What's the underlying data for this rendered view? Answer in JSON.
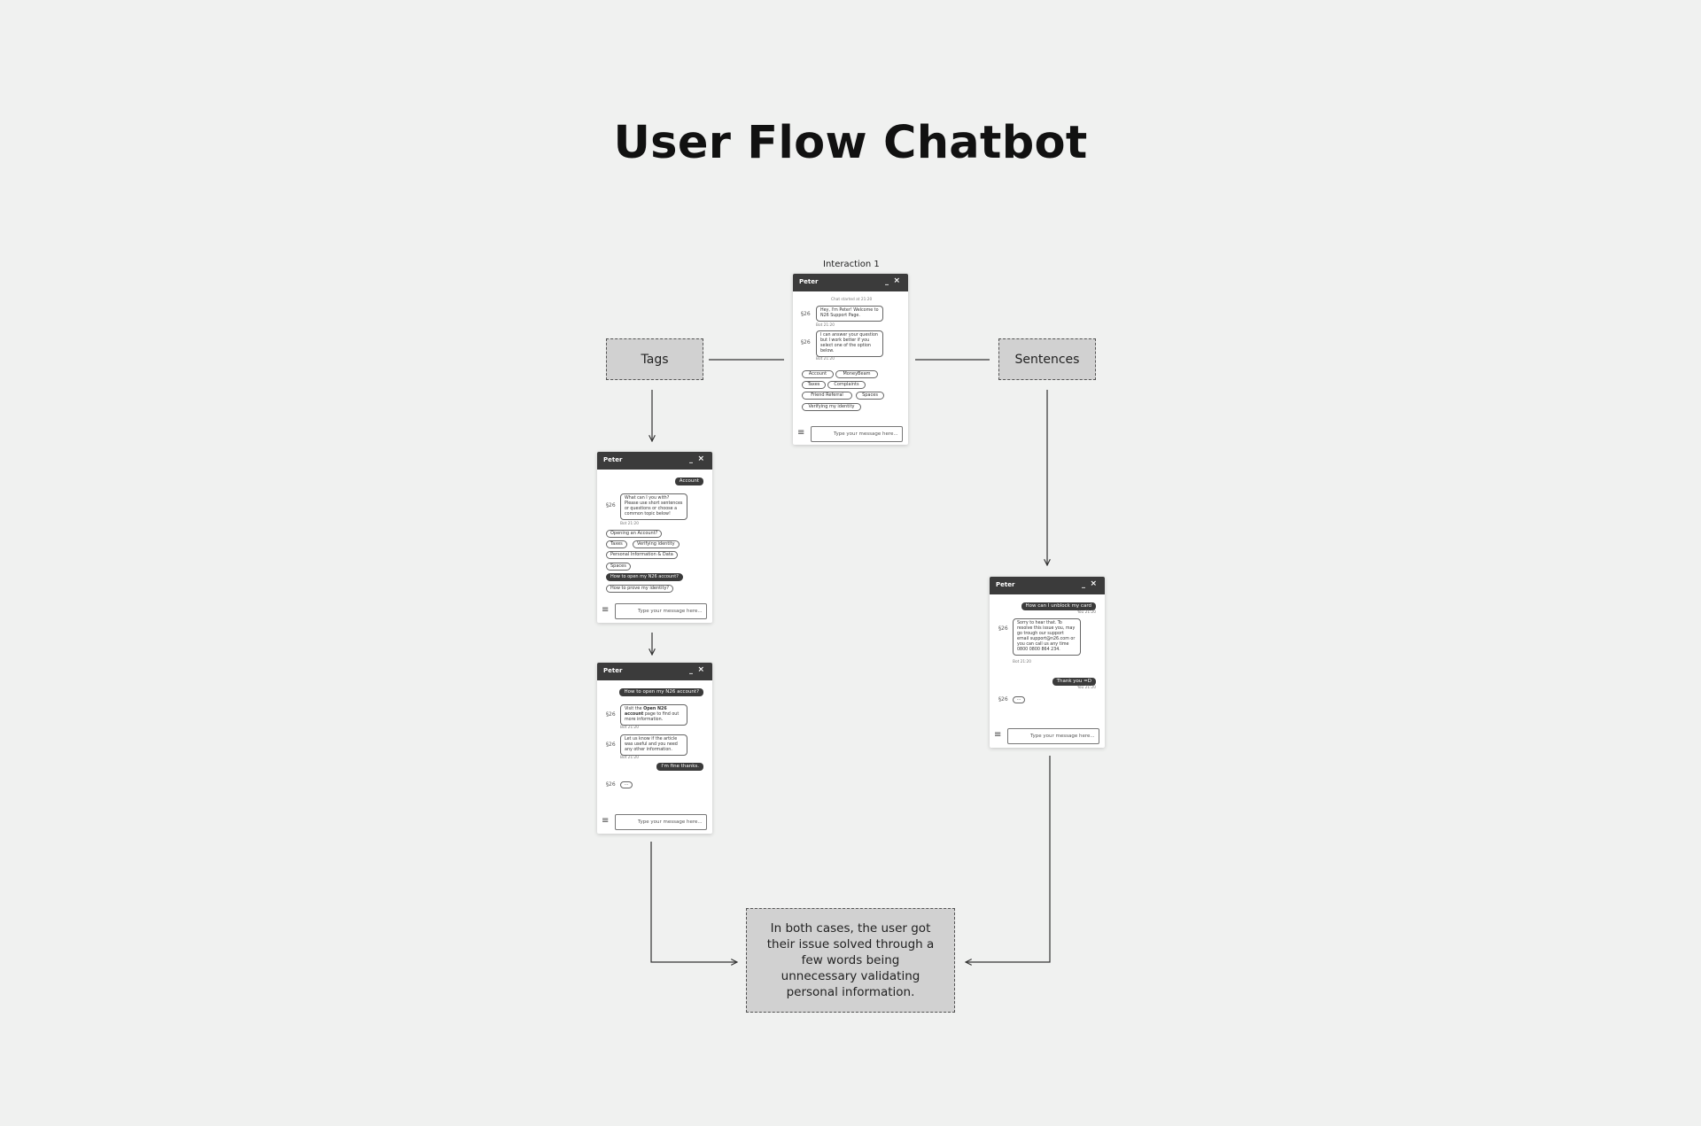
{
  "title": "User Flow Chatbot",
  "boxes": {
    "tags": "Tags",
    "sentences": "Sentences",
    "conclusion": "In both cases, the user got their issue solved through a few words being unnecessary validating personal information."
  },
  "interaction_caption": "Interaction 1",
  "common": {
    "agent_name": "Peter",
    "minimize_glyph": "_",
    "close_glyph": "×",
    "bot_logo": "§26",
    "menu_glyph": "≡",
    "input_placeholder": "Type your message here...",
    "typing_indicator": "..."
  },
  "win1": {
    "chat_started": "Chat started at 21:20",
    "msg1": "Hey, I'm Peter! Welcome to N26 Support Page.",
    "msg1_time": "Bot 21:20",
    "msg2": "I can answer your question but I work better if you select one of the option below.",
    "msg2_time": "Bot 21:20",
    "chips": [
      "Account",
      "MoneyBeam",
      "Taxes",
      "Complaints",
      "Friend Referral",
      "Spaces",
      "Verifying my identity"
    ]
  },
  "win2": {
    "user_msg": "Account",
    "bot_msg": "What can I you with? Please use short sentences or questions or choose a common topic below!",
    "bot_msg_time": "Bot 21:20",
    "chips": [
      "Opening an Account?",
      "Taxes",
      "Verifying identity",
      "Personal Information & Data",
      "Spaces",
      "How to open my N26 account?",
      "How to prove my identity?"
    ]
  },
  "win3": {
    "user_msg1": "How to open my N26 account?",
    "bot_msg1_pre": "Visit the ",
    "bot_msg1_link": "Open N26 account",
    "bot_msg1_post": " page to find out more information.",
    "bot_msg1_time": "Bot 21:20",
    "bot_msg2": "Let us know if the article was useful and you need any other information.",
    "bot_msg2_time": "Bot 21:20",
    "user_msg2": "I'm fine thanks."
  },
  "win4": {
    "user_msg1": "How can I unblock my card",
    "user_msg1_time": "You 21:20",
    "bot_msg": "Sorry to hear that. To resolve this issue you, may go trough our support email support@n26.com or you can call us any time 0800 0800 864 234.",
    "bot_msg_time": "Bot 21:20",
    "user_msg2": "Thank you =D",
    "user_msg2_time": "You 21:20"
  }
}
